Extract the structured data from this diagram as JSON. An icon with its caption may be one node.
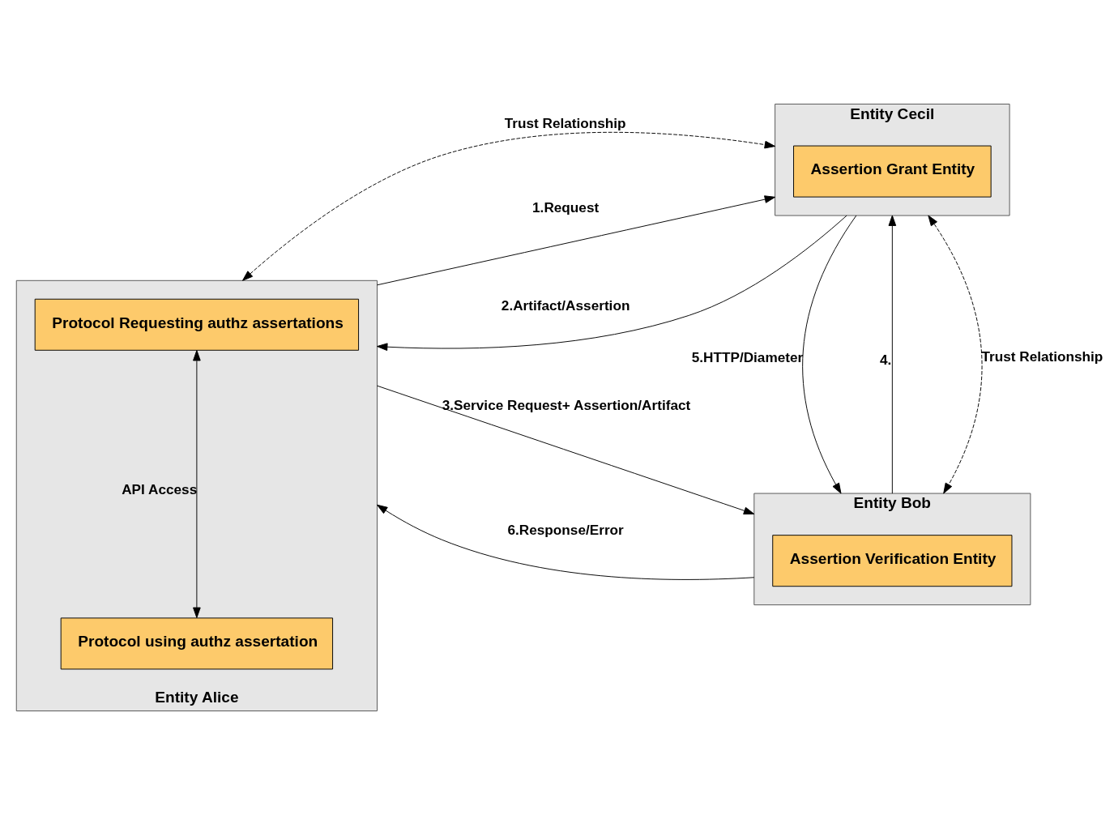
{
  "diagram": {
    "nodes": [
      {
        "text": [
          "Entity Alice"
        ]
      },
      {
        "text": [
          "Protocol Requesting authz assertations"
        ],
        "in": 0
      },
      {
        "text": [
          "Protocol using authz assertation"
        ],
        "in": 0
      },
      {
        "text": [
          "Entity Cecil"
        ]
      },
      {
        "text": [
          "Assertion Grant Entity"
        ],
        "in": 3
      },
      {
        "text": [
          "Entity Bob"
        ]
      },
      {
        "text": [
          "Assertion Verification Entity"
        ],
        "in": 5
      }
    ],
    "edges": [
      {
        "from": 0,
        "to": 3,
        "arrow": "both",
        "style": "dashed",
        "label": "Trust Relationship"
      },
      {
        "from": 0,
        "to": 3,
        "arrow": "to",
        "label": "1.Request"
      },
      {
        "from": 3,
        "to": 0,
        "arrow": "to",
        "label": "2.Artifact/Assertion"
      },
      {
        "from": 1,
        "to": 2,
        "arrow": "both",
        "label": "API Access"
      },
      {
        "from": 0,
        "to": 5,
        "arrow": "to",
        "label": "3.Service Request+ Assertion/Artifact"
      },
      {
        "from": 3,
        "to": 5,
        "arrow": "both",
        "style": "dashed",
        "label": "Trust Relationship"
      },
      {
        "from": 5,
        "to": 3,
        "arrow": "to",
        "label": "4."
      },
      {
        "from": 3,
        "to": 5,
        "arrow": "to",
        "label": "5.HTTP/Diameter"
      },
      {
        "from": 5,
        "to": 0,
        "arrow": "to",
        "label": "6.Response/Error"
      }
    ]
  }
}
